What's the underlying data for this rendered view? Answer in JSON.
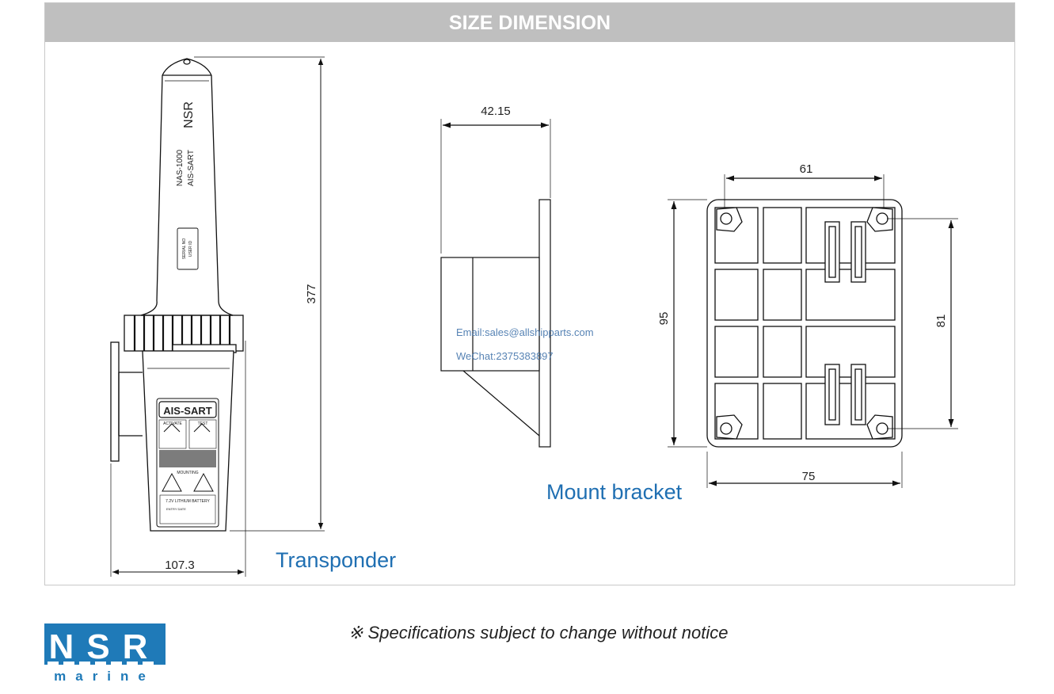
{
  "header": {
    "title": "SIZE DIMENSION"
  },
  "transponder": {
    "caption": "Transponder",
    "brand": "NSR",
    "model": "NAS-1000",
    "type": "AIS-SART",
    "serial_label": "SERIAL NO",
    "user_label": "USER ID",
    "label_title": "AIS-SART",
    "activate_label": "ACTIVATE",
    "test_label": "TEST",
    "mounting_label": "MOUNTING",
    "battery_label": "7.2V LITHIUM BATTERY",
    "entry_label": "ENTRY DATE",
    "height_dim": "377",
    "width_dim": "107.3"
  },
  "bracket": {
    "caption": "Mount bracket",
    "side_width_dim": "42.15",
    "hole_spacing_top": "61",
    "height_outer": "95",
    "height_inner": "81",
    "width_outer": "75"
  },
  "watermark": {
    "email": "Email:sales@allshipparts.com",
    "wechat": "WeChat:2375383897"
  },
  "footer": {
    "note": "※ Specifications subject to change without notice"
  },
  "logo": {
    "top": "NSR",
    "bottom": "marine",
    "color": "#1f7ab8"
  }
}
